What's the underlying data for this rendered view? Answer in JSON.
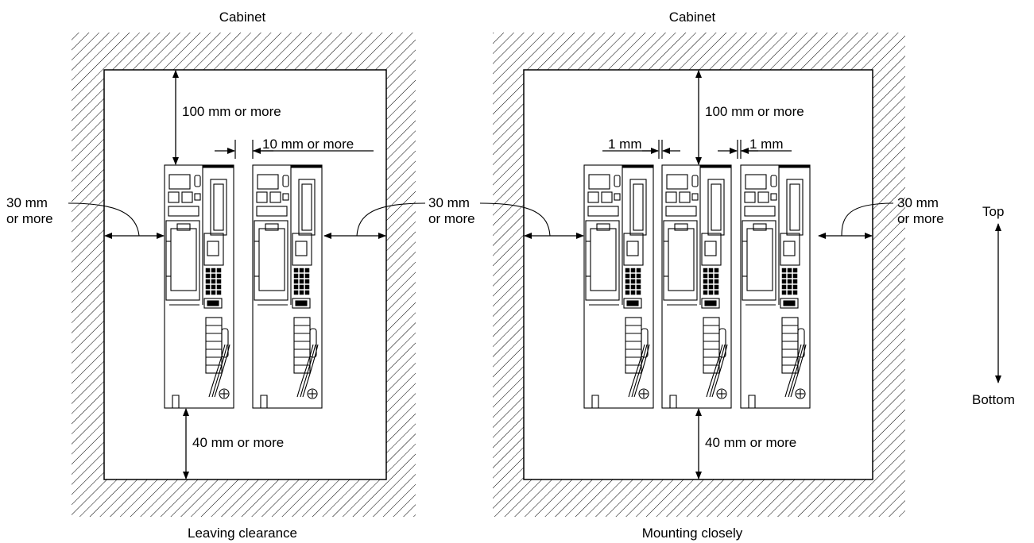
{
  "colors": {
    "line": "#000000",
    "background": "#ffffff"
  },
  "left_panel": {
    "cabinet_label": "Cabinet",
    "caption": "Leaving clearance",
    "top_clearance": "100 mm or more",
    "bottom_clearance": "40 mm or more",
    "between_clearance": "10 mm or more",
    "side_left_1": "30 mm",
    "side_left_2": "or more",
    "side_right_1": "30 mm",
    "side_right_2": "or more",
    "unit_count": 2
  },
  "right_panel": {
    "cabinet_label": "Cabinet",
    "caption": "Mounting closely",
    "top_clearance": "100 mm or more",
    "bottom_clearance": "40 mm or more",
    "gap_1": "1 mm",
    "gap_2": "1 mm",
    "side_right_1": "30 mm",
    "side_right_2": "or more",
    "unit_count": 3
  },
  "orientation": {
    "top": "Top",
    "bottom": "Bottom"
  },
  "icons": {
    "arrow": "double-headed-arrow-icon",
    "hatch": "hatched-wall"
  }
}
